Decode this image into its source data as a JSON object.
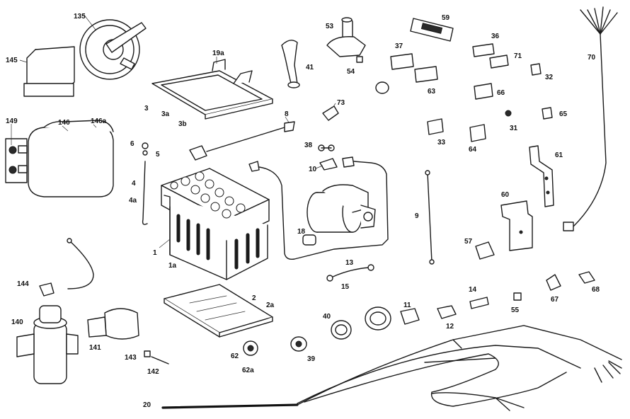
{
  "labels": {
    "l1": "1",
    "l1a": "1a",
    "l2": "2",
    "l2a": "2a",
    "l3": "3",
    "l3a": "3a",
    "l3b": "3b",
    "l4": "4",
    "l4a": "4a",
    "l5": "5",
    "l6": "6",
    "l8": "8",
    "l9": "9",
    "l10": "10",
    "l11": "11",
    "l12": "12",
    "l13": "13",
    "l14": "14",
    "l15": "15",
    "l18": "18",
    "l19a": "19a",
    "l20": "20",
    "l31": "31",
    "l32": "32",
    "l33": "33",
    "l36": "36",
    "l37": "37",
    "l38": "38",
    "l39": "39",
    "l40": "40",
    "l41": "41",
    "l53": "53",
    "l54": "54",
    "l55": "55",
    "l57": "57",
    "l59": "59",
    "l60": "60",
    "l61": "61",
    "l62": "62",
    "l62a": "62a",
    "l63": "63",
    "l64": "64",
    "l65": "65",
    "l66": "66",
    "l67": "67",
    "l68": "68",
    "l70": "70",
    "l71": "71",
    "l73": "73",
    "l135": "135",
    "l140": "140",
    "l141": "141",
    "l142": "142",
    "l143": "143",
    "l144": "144",
    "l145": "145",
    "l146": "146",
    "l146a": "146a",
    "l149": "149"
  }
}
